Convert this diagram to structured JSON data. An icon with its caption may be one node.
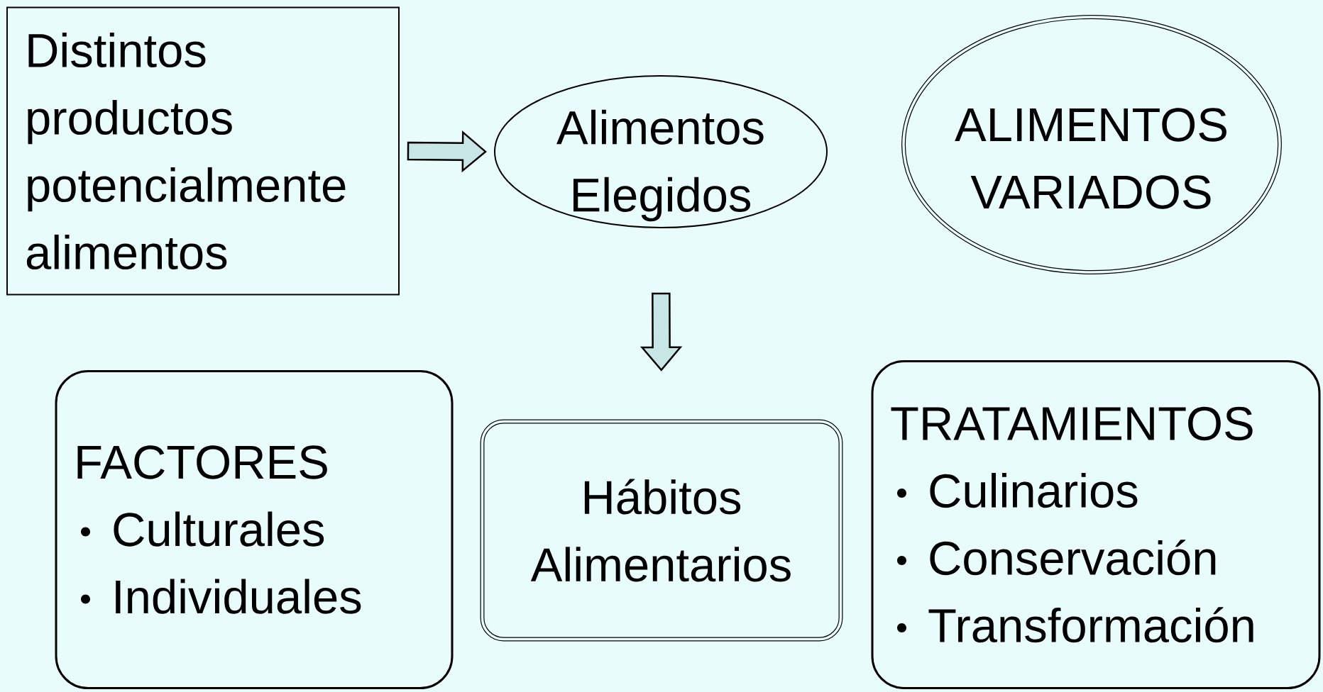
{
  "diagram": {
    "nodes": [
      {
        "text": [
          "Distintos productos potencialmente alimentos"
        ]
      },
      {
        "text": [
          "Alimentos Elegidos"
        ]
      },
      {
        "text": [
          "ALIMENTOS VARIADOS"
        ]
      },
      {
        "text": [
          "FACTORES",
          "Culturales",
          "Individuales"
        ]
      },
      {
        "text": [
          "Hábitos Alimentarios"
        ]
      },
      {
        "text": [
          "TRATAMIENTOS",
          "Culinarios",
          "Conservación",
          "Transformación"
        ]
      }
    ],
    "edges": [
      {
        "from": 0,
        "to": 1,
        "arrow": "to"
      },
      {
        "from": 1,
        "to": 4,
        "arrow": "to"
      }
    ]
  }
}
